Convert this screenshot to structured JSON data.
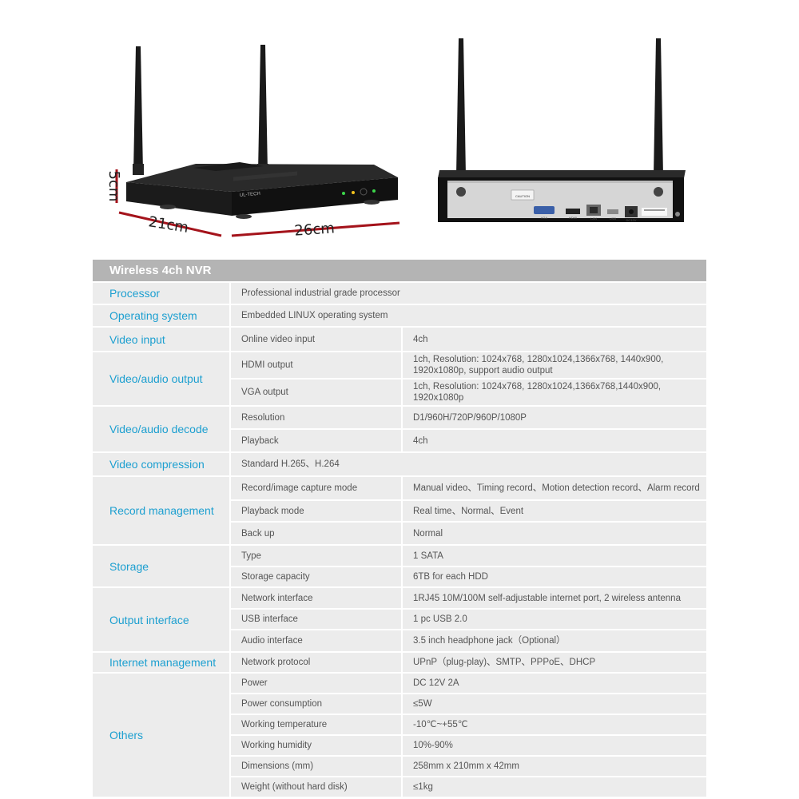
{
  "product": {
    "dim_height": "5cm",
    "dim_depth": "21cm",
    "dim_width": "26cm",
    "back_panel_labels": {
      "caution": "CAUTION",
      "vga": "VGA",
      "hdmi": "HDMI",
      "lan": "LAN",
      "usb": "USB",
      "dc": "DC12V"
    }
  },
  "spec": {
    "title": "Wireless 4ch NVR",
    "groups": [
      {
        "label": "Processor",
        "rows": [
          {
            "param": "Professional industrial grade processor",
            "value": null
          }
        ]
      },
      {
        "label": "Operating system",
        "rows": [
          {
            "param": "Embedded LINUX operating system",
            "value": null
          }
        ]
      },
      {
        "label": "Video input",
        "rows": [
          {
            "param": "Online video input",
            "value": "4ch"
          }
        ]
      },
      {
        "label": "Video/audio output",
        "rows": [
          {
            "param": "HDMI output",
            "value": "1ch, Resolution: 1024x768, 1280x1024,1366x768, 1440x900, 1920x1080p, support audio output"
          },
          {
            "param": "VGA output",
            "value": "1ch, Resolution: 1024x768, 1280x1024,1366x768,1440x900, 1920x1080p"
          }
        ]
      },
      {
        "label": "Video/audio decode",
        "rows": [
          {
            "param": "Resolution",
            "value": "D1/960H/720P/960P/1080P"
          },
          {
            "param": "Playback",
            "value": "4ch"
          }
        ]
      },
      {
        "label": "Video compression",
        "rows": [
          {
            "param": "Standard H.265、H.264",
            "value": null
          }
        ]
      },
      {
        "label": "Record management",
        "rows": [
          {
            "param": "Record/image capture mode",
            "value": "Manual video、Timing record、Motion detection record、Alarm record"
          },
          {
            "param": "Playback mode",
            "value": "Real time、Normal、Event"
          },
          {
            "param": "Back up",
            "value": "Normal"
          }
        ]
      },
      {
        "label": "Storage",
        "rows": [
          {
            "param": "Type",
            "value": "1 SATA"
          },
          {
            "param": "Storage capacity",
            "value": "6TB for each HDD"
          }
        ]
      },
      {
        "label": "Output interface",
        "rows": [
          {
            "param": "Network interface",
            "value": "1RJ45 10M/100M self-adjustable internet port, 2 wireless antenna"
          },
          {
            "param": "USB interface",
            "value": "1 pc USB 2.0"
          },
          {
            "param": "Audio interface",
            "value": "3.5 inch headphone jack（Optional）"
          }
        ]
      },
      {
        "label": "Internet management",
        "rows": [
          {
            "param": "Network protocol",
            "value": "UPnP（plug-play)、SMTP、PPPoE、DHCP"
          }
        ]
      },
      {
        "label": "Others",
        "rows": [
          {
            "param": "Power",
            "value": "DC 12V 2A"
          },
          {
            "param": "Power consumption",
            "value": "≤5W"
          },
          {
            "param": "Working temperature",
            "value": "-10℃~+55℃"
          },
          {
            "param": "Working humidity",
            "value": "10%-90%"
          },
          {
            "param": "Dimensions (mm)",
            "value": "258mm x 210mm x 42mm"
          },
          {
            "param": "Weight (without hard disk)",
            "value": "≤1kg"
          }
        ]
      }
    ]
  }
}
